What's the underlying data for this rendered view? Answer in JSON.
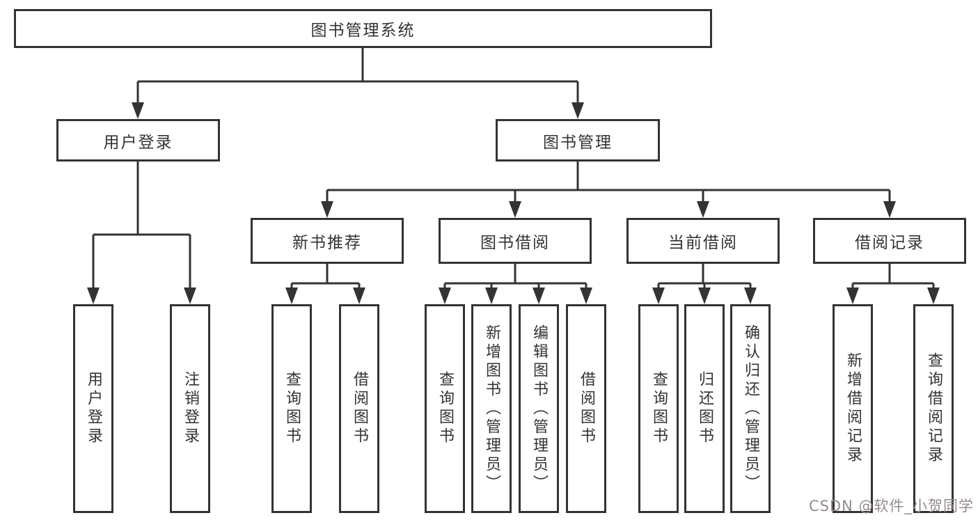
{
  "diagram": {
    "title": "图书管理系统",
    "nodes": {
      "root": "图书管理系统",
      "user_login": "用户登录",
      "book_management": "图书管理",
      "new_book_recommend": "新书推荐",
      "book_borrow": "图书借阅",
      "current_borrow": "当前借阅",
      "borrow_records": "借阅记录"
    },
    "leaves": {
      "user": [
        "用户登录",
        "注销登录"
      ],
      "newbooks": [
        "查询图书",
        "借阅图书"
      ],
      "borrow": [
        "查询图书",
        "新增图书（管理员）",
        "编辑图书（管理员）",
        "借阅图书"
      ],
      "current": [
        "查询图书",
        "归还图书",
        "确认归还（管理员）"
      ],
      "records": [
        "新增借阅记录",
        "查询借阅记录"
      ]
    }
  },
  "watermark": "CSDN @软件_小贺同学",
  "colors": {
    "line": "#333333",
    "box_border": "#333333",
    "text": "#333333",
    "background": "#ffffff",
    "watermark": "#958c8c"
  }
}
